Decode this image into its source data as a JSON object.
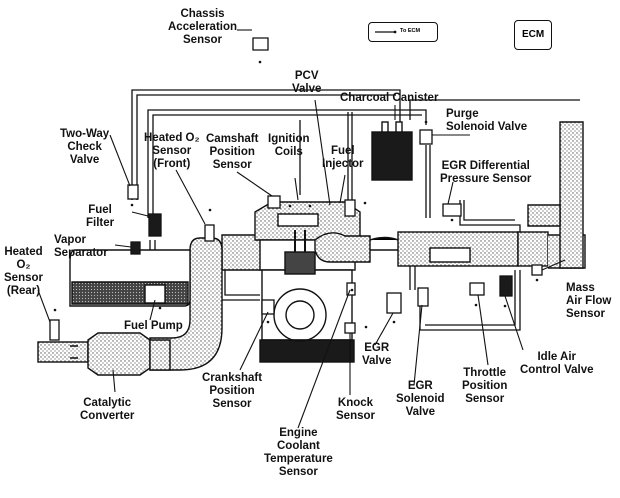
{
  "legend": {
    "to_ecm_label": "To ECM",
    "ecm_label": "ECM"
  },
  "labels": {
    "chassis_accel": "Chassis\nAcceleration\nSensor",
    "pcv_valve": "PCV\nValve",
    "charcoal_canister": "Charcoal Canister",
    "purge_solenoid": "Purge\nSolenoid Valve",
    "two_way_check": "Two-Way\nCheck\nValve",
    "heated_o2_front": "Heated O₂\nSensor\n(Front)",
    "camshaft": "Camshaft\nPosition\nSensor",
    "ignition_coils": "Ignition\nCoils",
    "fuel_injector": "Fuel\nInjector",
    "egr_diff": "EGR Differential\nPressure Sensor",
    "fuel_filter": "Fuel\nFilter",
    "vapor_separator": "Vapor\nSeparator",
    "heated_o2_rear": "Heated\nO₂\nSensor\n(Rear)",
    "fuel_pump": "Fuel Pump",
    "mass_air_flow": "Mass\nAir Flow\nSensor",
    "catalytic": "Catalytic\nConverter",
    "crankshaft": "Crankshaft\nPosition\nSensor",
    "egr_valve": "EGR\nValve",
    "egr_solenoid": "EGR\nSolenoid\nValve",
    "throttle": "Throttle\nPosition\nSensor",
    "idle_air": "Idle Air\nControl Valve",
    "knock": "Knock\nSensor",
    "coolant_temp": "Engine\nCoolant\nTemperature\nSensor"
  },
  "colors": {
    "ink": "#111111",
    "fill_dark": "#1a1a1a",
    "fill_light": "#ffffff",
    "hatch": "#777777"
  }
}
